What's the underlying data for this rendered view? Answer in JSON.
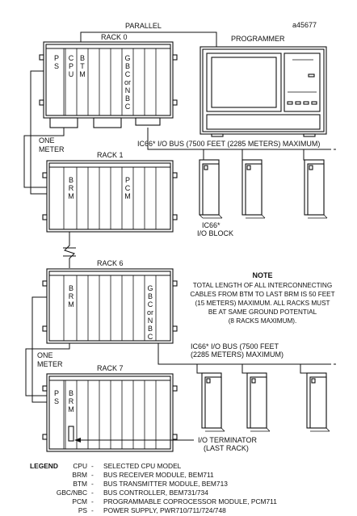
{
  "figure_id": "a45677",
  "labels": {
    "parallel": "PARALLEL",
    "programmer": "PROGRAMMER",
    "rack0": "RACK 0",
    "rack1": "RACK 1",
    "rack6": "RACK 6",
    "rack7": "RACK 7",
    "one_meter_a_1": "ONE",
    "one_meter_a_2": "METER",
    "one_meter_b_1": "ONE",
    "one_meter_b_2": "METER",
    "bus1": "IC66* I/O BUS (7500 FEET (2285 METERS) MAXIMUM)",
    "bus2_1": "IC66* I/O BUS (7500 FEET",
    "bus2_2": "(2285 METERS) MAXIMUM)",
    "io_block_1": "IC66*",
    "io_block_2": "I/O BLOCK",
    "terminator_1": "I/O TERMINATOR",
    "terminator_2": "(LAST RACK)"
  },
  "modules": {
    "rack0_ps": [
      "P",
      "S"
    ],
    "rack0_cpu": [
      "C",
      "P",
      "U"
    ],
    "rack0_btm": [
      "B",
      "T",
      "M"
    ],
    "rack0_gbc": [
      "G",
      "B",
      "C",
      "or",
      "N",
      "B",
      "C"
    ],
    "rack1_brm": [
      "B",
      "R",
      "M"
    ],
    "rack1_pcm": [
      "P",
      "C",
      "M"
    ],
    "rack6_brm": [
      "B",
      "R",
      "M"
    ],
    "rack6_gbc": [
      "G",
      "B",
      "C",
      "or",
      "N",
      "B",
      "C"
    ],
    "rack7_ps": [
      "P",
      "S"
    ],
    "rack7_brm": [
      "B",
      "R",
      "M"
    ]
  },
  "note": {
    "title": "NOTE",
    "lines": [
      "TOTAL LENGTH OF ALL INTERCONNECTING",
      "CABLES FROM BTM TO LAST BRM IS 50 FEET",
      "(15 METERS) MAXIMUM.  ALL RACKS MUST",
      "BE AT SAME GROUND POTENTIAL",
      "(8 RACKS MAXIMUM)."
    ]
  },
  "legend": {
    "title": "LEGEND",
    "items": [
      {
        "abbr": "CPU",
        "desc": "SELECTED CPU MODEL"
      },
      {
        "abbr": "BRM",
        "desc": "BUS RECEIVER MODULE, BEM711"
      },
      {
        "abbr": "BTM",
        "desc": "BUS TRANSMITTER MODULE, BEM713"
      },
      {
        "abbr": "GBC/NBC",
        "desc": "BUS CONTROLLER, BEM731/734"
      },
      {
        "abbr": "PCM",
        "desc": "PROGRAMMABLE COPROCESSOR MODULE, PCM711"
      },
      {
        "abbr": "PS",
        "desc": "POWER SUPPLY, PWR710/711/724/748"
      }
    ]
  }
}
